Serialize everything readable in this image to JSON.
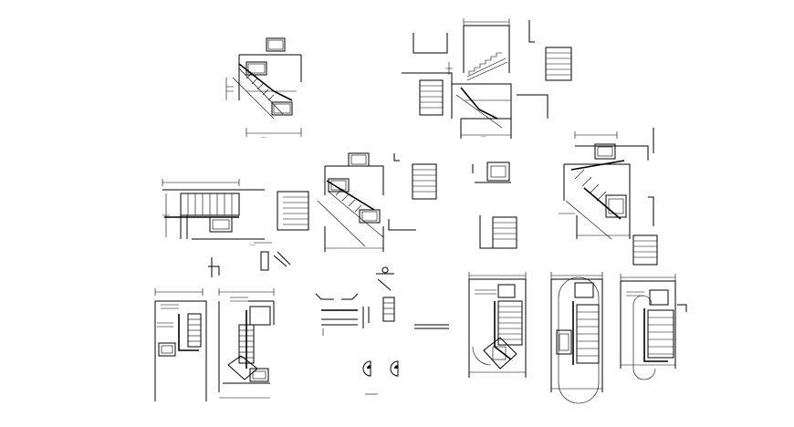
{
  "drawing": {
    "background": "#ffffff",
    "line_color": "#000000"
  },
  "details": [
    {
      "id": "plan-1"
    },
    {
      "id": "section-1"
    },
    {
      "id": "elevation-1"
    },
    {
      "id": "plan-2"
    },
    {
      "id": "section-2"
    },
    {
      "id": "plan-3"
    },
    {
      "id": "chairs"
    },
    {
      "id": "lift-small-1"
    },
    {
      "id": "lift-small-2"
    },
    {
      "id": "symbols"
    },
    {
      "id": "lift-large-1"
    },
    {
      "id": "lift-large-2"
    },
    {
      "id": "lift-large-3"
    }
  ]
}
